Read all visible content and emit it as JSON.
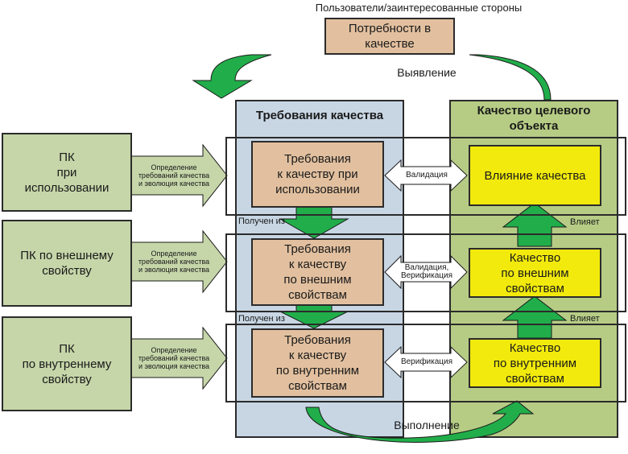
{
  "top": {
    "stakeholders_label": "Пользователи/заинтересованные стороны",
    "needs_box": "Потребности в качестве",
    "elicitation_label": "Выявление"
  },
  "columns": {
    "requirements_header": "Требования качества",
    "target_header_line1": "Качество целевого",
    "target_header_line2": "объекта"
  },
  "left_models": [
    {
      "lines": [
        "ПК",
        "при",
        "использовании"
      ],
      "arrow_text": [
        "Определение",
        "требований качества",
        "и эволюция качества"
      ]
    },
    {
      "lines": [
        "ПК по внешнему",
        "свойству"
      ],
      "arrow_text": [
        "Определение",
        "требований качества",
        "и эволюция качества"
      ]
    },
    {
      "lines": [
        "ПК",
        "по внутреннему",
        "свойству"
      ],
      "arrow_text": [
        "Определение",
        "требований качества",
        "и эволюция качества"
      ]
    }
  ],
  "requirements": [
    {
      "lines": [
        "Требования",
        "к качеству при",
        "использовании"
      ]
    },
    {
      "lines": [
        "Требования",
        "к качеству",
        "по внешним",
        "свойствам"
      ]
    },
    {
      "lines": [
        "Требования",
        "к качеству",
        "по внутренним",
        "свойствам"
      ]
    }
  ],
  "derived_label": "Получен из",
  "links": [
    {
      "lines": [
        "Валидация"
      ]
    },
    {
      "lines": [
        "Валидация,",
        "Верификация"
      ]
    },
    {
      "lines": [
        "Верификация"
      ]
    }
  ],
  "qualities": [
    {
      "lines": [
        "Влияние качества"
      ]
    },
    {
      "lines": [
        "Качество",
        "по внешним",
        "свойствам"
      ]
    },
    {
      "lines": [
        "Качество",
        "по внутренним",
        "свойствам"
      ]
    }
  ],
  "influences_label": "Влияет",
  "implementation_label": "Выполнение",
  "colors": {
    "arrow_green": "#21ae4a",
    "peach": "#e2c09f",
    "light_green": "#c6d6a9",
    "column_blue": "#c8d6e4",
    "column_green": "#b6cc85",
    "yellow": "#f2ea0c"
  }
}
